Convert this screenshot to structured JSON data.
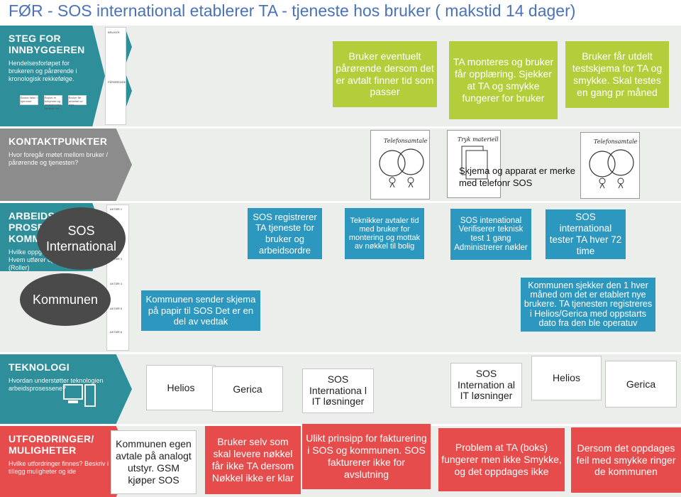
{
  "title": "FØR - SOS international etablerer TA - tjeneste hos bruker ( makstid 14 dager)",
  "lanes": {
    "steg": {
      "heading": "STEG FOR INNBYGGEREN",
      "desc": "Hendelsesforløpet for brukeren og pårørende i kronologisk rekkefølge.",
      "role1": "BRUKER",
      "role2": "PÅRØRENDE",
      "mini1": "Bruker faller i hjemmet",
      "mini2": "Bruker er bekymret og snakker med familien sin",
      "mini3": "Bruker får anbefalt av lege"
    },
    "kontakt": {
      "heading": "KONTAKTPUNKTER",
      "desc": "Hvor foregår møtet mellom bruker / pårørende og tjenesten?"
    },
    "arbeid": {
      "heading": "ARBEIDS-PROSESSER I KOMMUNEN",
      "desc": "Hvilke oppgaver utføres? Hvem utfører oppgavene? (Roller)",
      "actors": [
        "AKTØR 1",
        "AKTØR 2",
        "AKTØR 3",
        "AKTØR 4",
        "AKTØR 5",
        "AKTØR 6"
      ]
    },
    "teknologi": {
      "heading": "TEKNOLOGI",
      "desc": "Hvordan understøtter teknologien arbeidsprosessene?"
    },
    "utfordringer": {
      "heading": "UTFORDRINGER/ MULIGHETER",
      "desc": "Hvilke utfordringer finnes? Beskriv i tillegg muligheter og ide"
    }
  },
  "bubbles": {
    "sos": "SOS International",
    "kommunen": "Kommunen"
  },
  "overlay_text": "Skjema og apparat er merke med telefonr SOS",
  "sketch_labels": {
    "tel1": "Telefonsamtale",
    "mail": "Tryk materiell",
    "tel2": "Telefonsamtale"
  },
  "steg_boxes": [
    "Bruker eventuelt pårørende dersom det er avtalt finner tid som passer",
    "TA monteres og bruker får opplæring. Sjekker at TA og smykke fungerer  for bruker",
    "Bruker får utdelt testskjema for TA og smykke. Skal testes en gang pr måned"
  ],
  "sos_boxes": [
    "SOS registrerer TA tjeneste for bruker  og arbeidsordre",
    "Teknikker avtaler tid med bruker for montering og mottak av nøkkel til bolig",
    "SOS intenational Verifiserer teknisk test  1 gang Administrerer nøkler",
    "SOS international tester TA hver 72 time"
  ],
  "kommune_boxes": [
    "Kommunen sender skjema på papir  til SOS Det er en del av vedtak",
    "Kommunen sjekker den 1 hver måned om det er etablert nye brukere. TA tjenesten registreres i Helios/Gerica  med oppstarts dato fra den ble operatuv"
  ],
  "tech_boxes": [
    "Helios",
    "Gerica",
    "SOS Internationa l IT løsninger",
    "SOS Internation al IT løsninger",
    "Helios",
    "Gerica"
  ],
  "challenge_boxes": [
    "Kommunen egen avtale på analogt utstyr. GSM kjøper SOS",
    "Bruker selv som skal levere nøkkel får ikke TA dersom Nøkkel ikke er klar",
    "Ulikt prinsipp for fakturering i SOS og kommunen. SOS fakturerer ikke for avslutning",
    "Problem at TA (boks) fungerer men ikke Smykke, og det oppdages ikke",
    "Dersom det oppdages feil med smykke ringer de kommunen"
  ],
  "colors": {
    "teal": "#2e8f9b",
    "green": "#b2cf3b",
    "blue": "#2c97bf",
    "red": "#e74c4c",
    "title": "#4a72b8"
  }
}
